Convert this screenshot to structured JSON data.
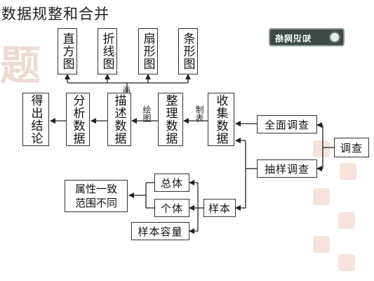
{
  "title": "数据规整和合并",
  "badge": {
    "text": "知识网络"
  },
  "nodes": {
    "charts": [
      "直方图",
      "折线图",
      "扇形图",
      "条形图"
    ],
    "conclusion": "得出结论",
    "analyze": "分析数据",
    "describe": "描述数据",
    "organize": "整理数据",
    "collect": "收集数据",
    "full_survey": "全面调查",
    "sample_survey": "抽样调查",
    "survey": "调查",
    "population": "总体",
    "individual": "个体",
    "sample": "样本",
    "sample_size": "样本容量",
    "note_line1": "属性一致",
    "note_line2": "范围不同"
  },
  "edge_labels": {
    "tabulate": "制表",
    "plot": "绘图",
    "draw": "画"
  },
  "watermark": {
    "text": "题"
  }
}
